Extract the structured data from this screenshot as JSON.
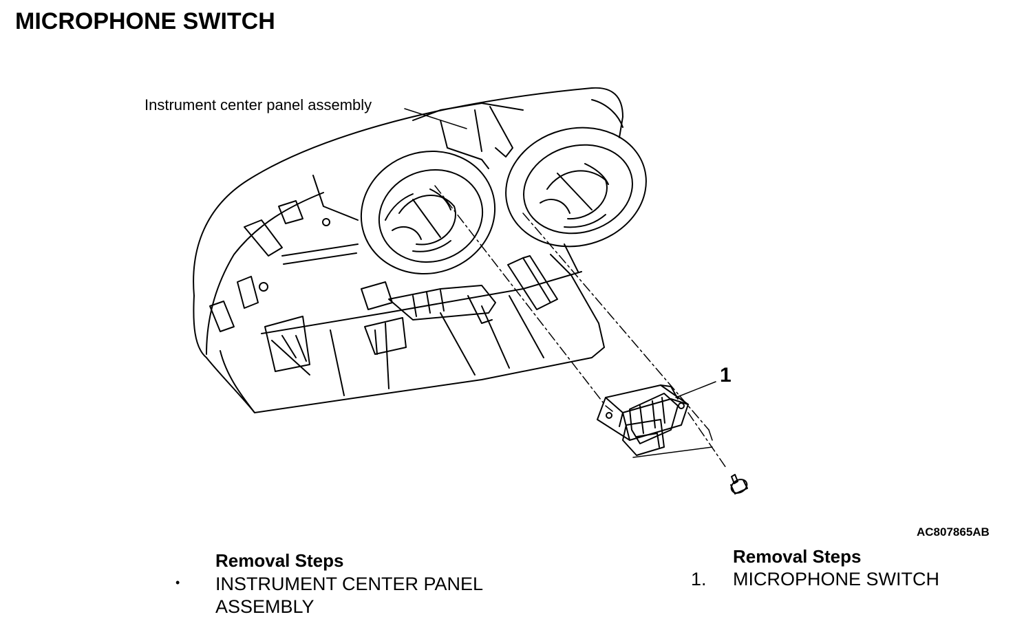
{
  "page": {
    "title": "MICROPHONE SWITCH",
    "figure_code": "AC807865AB"
  },
  "figure": {
    "callouts": {
      "panel_label": "Instrument center panel assembly",
      "item_1_label": "1"
    }
  },
  "steps_left": {
    "header": "Removal Steps",
    "items": [
      {
        "marker": "•",
        "text": "INSTRUMENT CENTER PANEL ASSEMBLY"
      }
    ]
  },
  "steps_right": {
    "header": "Removal Steps",
    "items": [
      {
        "marker": "1.",
        "text": "MICROPHONE SWITCH"
      }
    ]
  }
}
